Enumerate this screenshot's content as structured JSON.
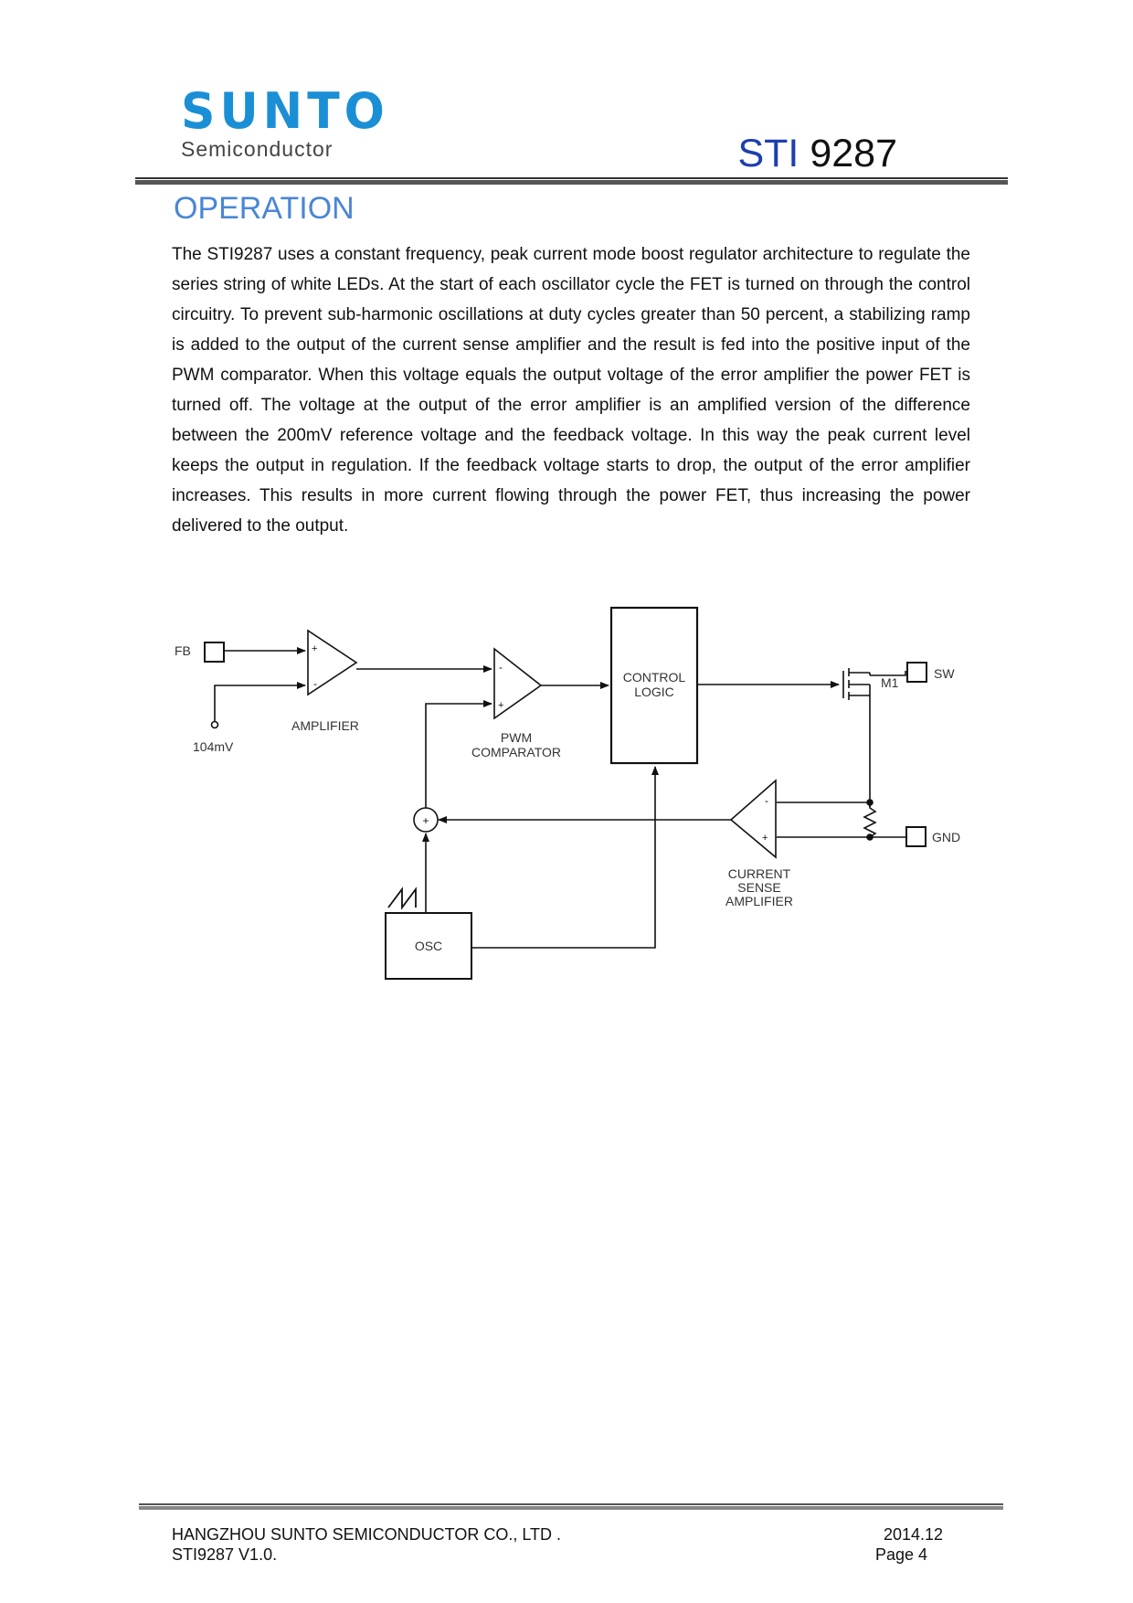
{
  "header": {
    "logo_name": "SUNTO",
    "logo_sub": "Semiconductor",
    "title_prefix": "STI",
    "title_number": "9287"
  },
  "section": {
    "title": "OPERATION",
    "paragraph": "The STI9287 uses a constant frequency, peak current mode boost regulator architecture to regulate the series string of white LEDs. At the start of each oscillator cycle the FET is turned on through the control circuitry. To prevent sub-harmonic oscillations at duty cycles greater than 50 percent, a stabilizing ramp is added to the output of the current sense amplifier and the result is fed into the positive input of the PWM comparator. When this voltage equals the output voltage of the error amplifier the power FET is turned off. The voltage at the output of the error amplifier is an amplified version of the difference between the 200mV reference voltage and the feedback voltage. In this way the peak current level keeps the output in regulation. If the feedback voltage starts to drop, the output of the error amplifier increases. This results in more current flowing through the power FET, thus increasing the power delivered to the output."
  },
  "diagram": {
    "fb": "FB",
    "ref_voltage": "104mV",
    "amplifier": "AMPLIFIER",
    "pwm_line1": "PWM",
    "pwm_line2": "COMPARATOR",
    "control_line1": "CONTROL",
    "control_line2": "LOGIC",
    "m1": "M1",
    "sw": "SW",
    "gnd": "GND",
    "csa_line1": "CURRENT",
    "csa_line2": "SENSE",
    "csa_line3": "AMPLIFIER",
    "osc": "OSC",
    "plus": "+",
    "minus": "-"
  },
  "footer": {
    "company": "HANGZHOU SUNTO SEMICONDUCTOR CO., LTD .",
    "version": "STI9287 V1.0.",
    "date": "2014.12",
    "page": "Page 4"
  }
}
